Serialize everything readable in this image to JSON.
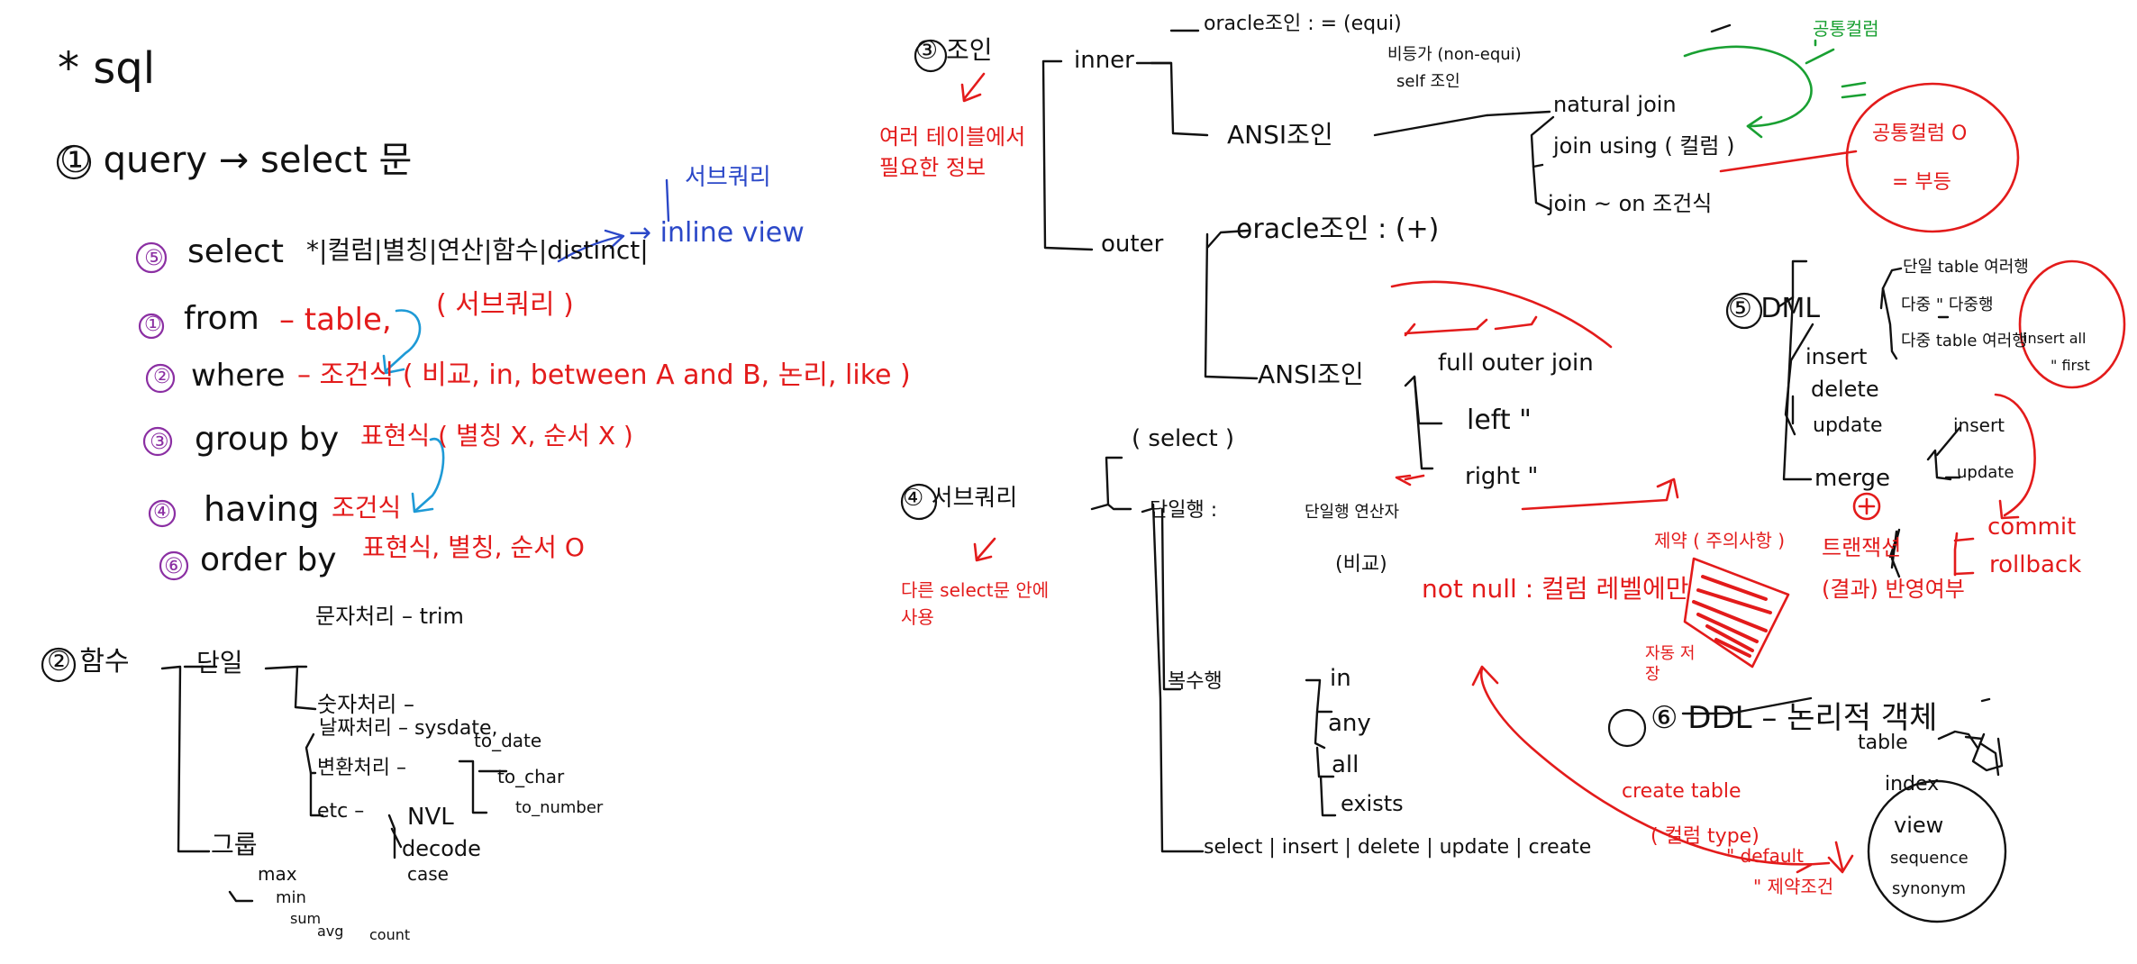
{
  "title": "* sql",
  "colors": {
    "ink": "#111111",
    "red": "#e31b1b",
    "purple": "#8b2fa3",
    "blue": "#2b48c8",
    "green": "#19a032",
    "cyan": "#1e9ad6"
  },
  "query": {
    "heading": "① query → select 문",
    "clauses": [
      {
        "order": "⑤",
        "keyword": "select",
        "detail": "*|컬럼|별칭|연산|함수|distinct|",
        "extra": "서브쿼리"
      },
      {
        "order": "①",
        "keyword": "from",
        "detail": "– table,",
        "extra": "( 서브쿼리 )"
      },
      {
        "order": "②",
        "keyword": "where",
        "detail": "– 조건식 ( 비교, in, between A and B, 논리, like )"
      },
      {
        "order": "③",
        "keyword": "group by",
        "detail": "표현식 ( 별칭 X, 순서 X )"
      },
      {
        "order": "④",
        "keyword": "having",
        "detail": "조건식"
      },
      {
        "order": "⑥",
        "keyword": "order by",
        "detail": "표현식, 별칭, 순서 O"
      }
    ],
    "inline_view": "→ inline view"
  },
  "functions": {
    "heading": "② 함수",
    "single": "단일",
    "group": "그룹",
    "single_items": [
      "문자처리 – trim",
      "숫자처리 –",
      "날짜처리 – sysdate,",
      "변환처리 –",
      "etc –"
    ],
    "conversions": [
      "to_date",
      "to_char",
      "to_number"
    ],
    "etc_items": [
      "NVL",
      "decode",
      "case"
    ],
    "group_items": [
      "max",
      "min",
      "sum",
      "avg",
      "count"
    ]
  },
  "join": {
    "heading": "③ 조인",
    "note": "여러 테이블에서 필요한 정보",
    "inner": "inner",
    "outer": "outer",
    "inner_oracle": "oracle조인 : = (equi)",
    "inner_oracle_2": "비등가 (non-equi)",
    "inner_oracle_3": "self 조인",
    "inner_ansi": "ANSI조인",
    "ansi_items": [
      "natural join",
      "join using ( 컬럼 )",
      "join ~ on 조건식"
    ],
    "green_note": "공통컬럼",
    "green_eq": "=",
    "circle_note": "공통컬럼 O",
    "circle_note_2": "= 부등",
    "outer_oracle": "oracle조인 : (+)",
    "outer_ansi": "ANSI조인",
    "outer_items": [
      "full outer join",
      "left  \"",
      "right  \""
    ]
  },
  "subquery": {
    "heading": "④ 서브쿼리",
    "select_label": "( select )",
    "note": "다른 select문 안에 사용",
    "single_row": "단일행 :",
    "single_row_ops": "단일행 연산자",
    "single_row_cmp": "(비교)",
    "multi_row": "복수행",
    "multi_ops": [
      "in",
      "any",
      "all",
      "exists"
    ],
    "dml_line": "select | insert | delete | update | create"
  },
  "not_null": "not null : 컬럼 레벨에만",
  "not_null_2": "제약 ( 주의사항 )",
  "dml": {
    "heading": "⑤ DML",
    "items": [
      "insert",
      "delete",
      "update",
      "merge"
    ],
    "insert_notes": [
      "단일 table 여러행",
      "다중 \" 다중행",
      "다중 table 여러행"
    ],
    "box_note": [
      "insert all",
      "\" first"
    ],
    "merge_items": [
      "insert",
      "update"
    ],
    "tx_left": "트랜잭션",
    "tx_left_2": "(결과) 반영여부",
    "tx_commit": "commit",
    "tx_rollback": "rollback"
  },
  "ddl": {
    "heading": "⑥ DDL – 논리적 객체",
    "objects": [
      "table",
      "index",
      "view",
      "sequence",
      "synonym"
    ],
    "notes": [
      "create table",
      "( 컬럼 type)",
      "\" default",
      "\" 제약조건"
    ],
    "mini": "자동 저장"
  }
}
